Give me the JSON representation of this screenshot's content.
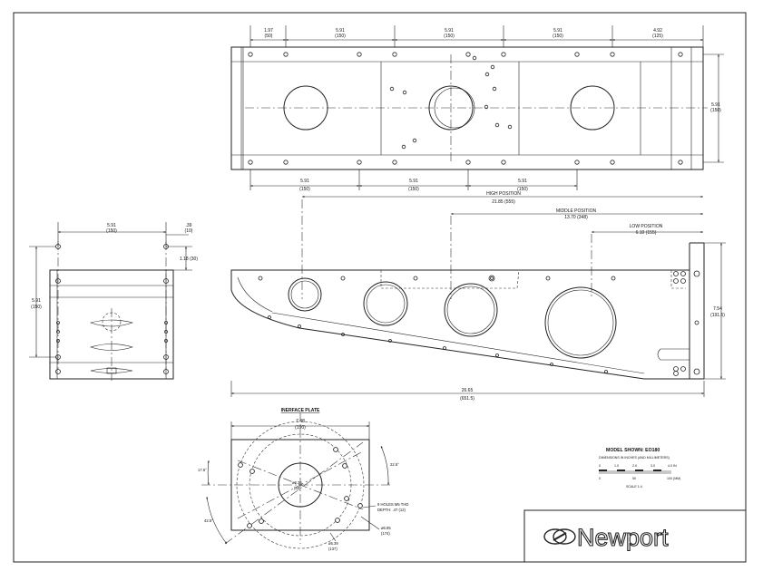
{
  "top_view": {
    "dims_top": [
      {
        "in": "1.97",
        "mm": "(50)"
      },
      {
        "in": "5.91",
        "mm": "(150)"
      },
      {
        "in": "5.91",
        "mm": "(150)"
      },
      {
        "in": "5.91",
        "mm": "(150)"
      },
      {
        "in": "4.92",
        "mm": "(125)"
      }
    ],
    "dims_bottom": [
      {
        "in": "5.91",
        "mm": "(150)"
      },
      {
        "in": "5.91",
        "mm": "(150)"
      },
      {
        "in": "5.91",
        "mm": "(150)"
      }
    ],
    "dim_right": {
      "in": "5.91",
      "mm": "(150)"
    }
  },
  "positions": {
    "high": {
      "label": "HIGH POSITION",
      "value": "21.85 (555)"
    },
    "middle": {
      "label": "MIDDLE POSITION",
      "value": "13.70 (348)"
    },
    "low": {
      "label": "LOW POSITION",
      "value": "6.10 (155)"
    }
  },
  "side_view": {
    "length": {
      "in": "26.65",
      "mm": "(651.5)"
    },
    "height": {
      "in": "7.54",
      "mm": "(191.5)"
    }
  },
  "end_view": {
    "width": {
      "in": "5.91",
      "mm": "(150)"
    },
    "offset": {
      "in": ".39",
      "mm": "(10)"
    },
    "drop": "1.18 (30)",
    "height": {
      "in": "5.91",
      "mm": "(150)"
    }
  },
  "interface_plate": {
    "title": "INERFACE PLATE",
    "width": {
      "in": "7.48",
      "mm": "(190)"
    },
    "bore": {
      "in": "ø2.36",
      "mm": "(60)"
    },
    "holes_line1": "9 HOLES M5 THD",
    "holes_line2": "DEPTH: .47 (12)",
    "circle_outer": {
      "in": "ø6.85",
      "mm": "(174)"
    },
    "circle_inner": {
      "in": "ø5.39",
      "mm": "(137)"
    },
    "angle_a": "17.5°",
    "angle_b": "22.5°",
    "angle_c": "42.5°"
  },
  "legend": {
    "model": "MODEL SHOWN: EO180",
    "dimensions_note": "DIMENSIONS IN INCHES (AND MILLIMETERS)",
    "scale_in": [
      "0",
      "1.0",
      "2.0",
      "3.0",
      "4.0 IN"
    ],
    "scale_mm": [
      "0",
      "50",
      "100 (MM)"
    ],
    "scale_label": "SCALE 1:4"
  },
  "brand": {
    "name": "Newport"
  }
}
